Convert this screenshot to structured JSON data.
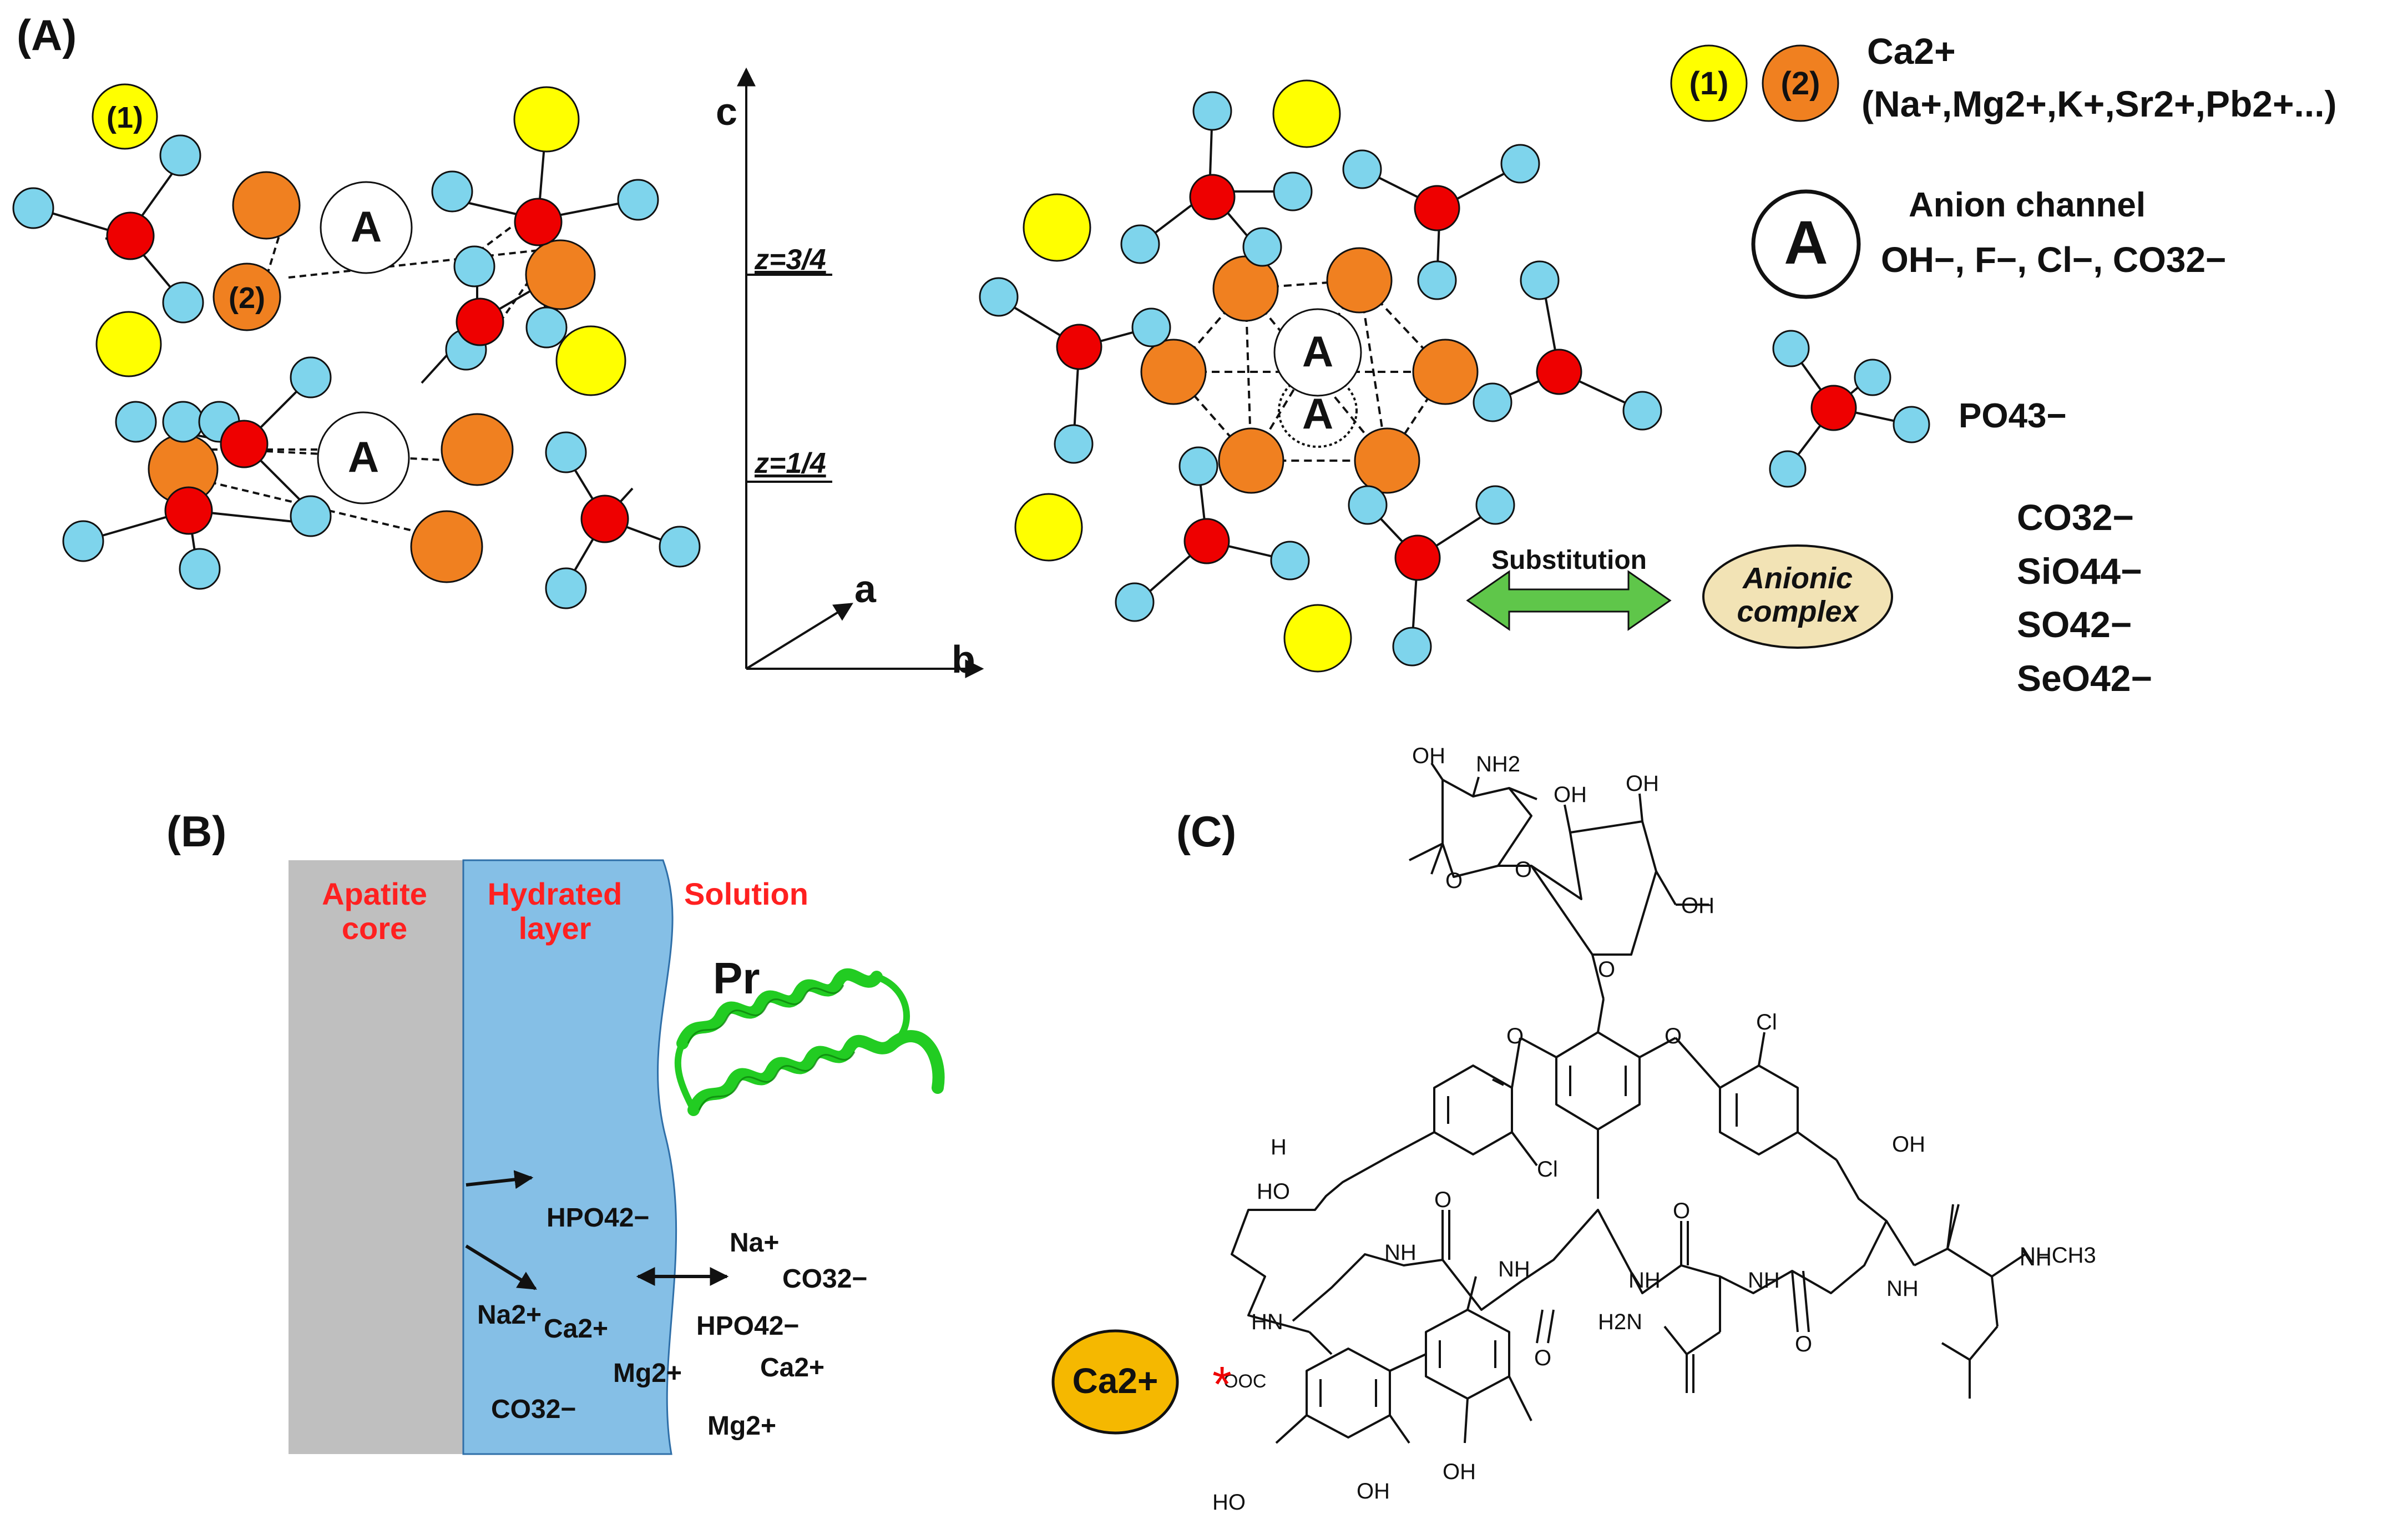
{
  "panelA": {
    "label": "(A)",
    "site1": "(1)",
    "site2": "(2)",
    "anion_site": "A",
    "axes": {
      "c": "c",
      "a": "a",
      "b": "b",
      "z34": "z=3/4",
      "z14": "z=1/4"
    },
    "legend": {
      "ion_main": "Ca2+",
      "ion_subs": "(Na+,Mg2+,K+,Sr2+,Pb2+...)",
      "channel_title": "Anion channel",
      "channel_ions": "OH−, F−, Cl−, CO32−",
      "phosphate": "PO43−",
      "substitution": "Substitution",
      "complex": "Anionic complex",
      "complex_ions": [
        "CO32−",
        "SiO44−",
        "SO42−",
        "SeO42−"
      ]
    }
  },
  "panelB": {
    "label": "(B)",
    "zones": [
      "Apatite core",
      "Hydrated layer",
      "Solution"
    ],
    "protein": "Pr",
    "ions": [
      "HPO42−",
      "Na2+",
      "Ca2+",
      "Mg2+",
      "CO32−",
      "Na+",
      "CO32−",
      "HPO42−",
      "Ca2+",
      "Mg2+"
    ]
  },
  "panelC": {
    "label": "(C)",
    "calcium": "Ca2+",
    "asterisk": "*",
    "groups": [
      "OH",
      "NH2",
      "OH",
      "OH",
      "OH",
      "O",
      "O",
      "O",
      "O",
      "O",
      "Cl",
      "Cl",
      "H",
      "HO",
      "OH",
      "O",
      "O",
      "O",
      "O",
      "NH",
      "NH",
      "NH",
      "NH",
      "NH",
      "NH",
      "NHCH3",
      "HN",
      "OOC",
      "H2N",
      "HO",
      "OH",
      "OH"
    ]
  },
  "colors": {
    "oxygen": "#7ed4ec",
    "phosphorus": "#ee0000",
    "ca1": "#ffff00",
    "ca2": "#f08020",
    "core": "#bfbfbf",
    "hydrated": "#85bfe6",
    "zone_label": "#ff2020",
    "protein": "#22cc22",
    "arrow": "#5fc64a",
    "complex": "#f2e3b5",
    "calcium_badge": "#f5b800"
  }
}
